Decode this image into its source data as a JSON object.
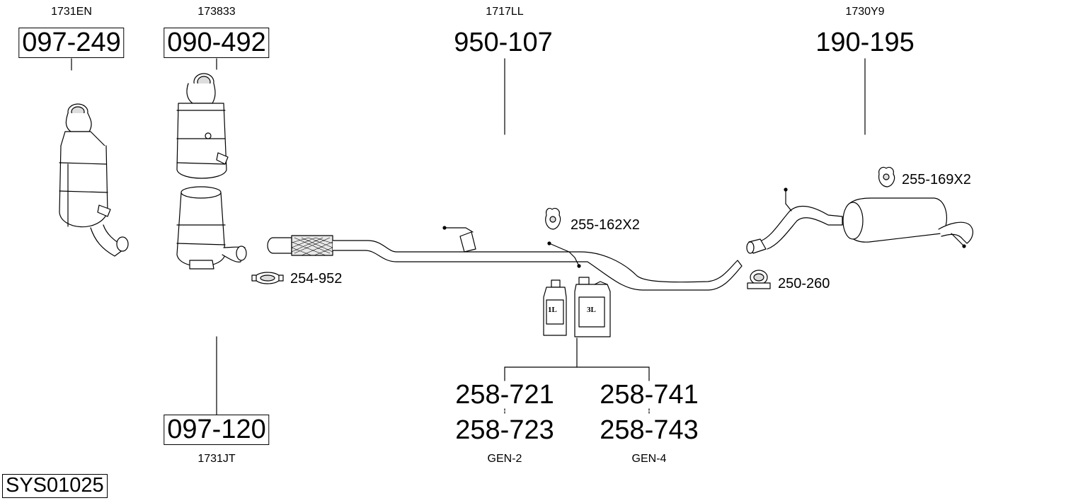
{
  "diagram": {
    "system_code": "SYS01025",
    "parts": [
      {
        "code": "1731EN",
        "number": "097-249"
      },
      {
        "code": "173833",
        "number": "090-492"
      },
      {
        "code": "1717LL",
        "number": "950-107"
      },
      {
        "code": "1730Y9",
        "number": "190-195"
      },
      {
        "code": "1731JT",
        "number": "097-120"
      }
    ],
    "accessories": [
      {
        "number": "254-952"
      },
      {
        "number": "255-162X2"
      },
      {
        "number": "255-169X2"
      },
      {
        "number": "250-260"
      }
    ],
    "fluids": [
      {
        "container": "1L",
        "numbers": [
          "258-721",
          "258-723"
        ],
        "code": "GEN-2"
      },
      {
        "container": "3L",
        "numbers": [
          "258-741",
          "258-743"
        ],
        "code": "GEN-4"
      }
    ]
  }
}
